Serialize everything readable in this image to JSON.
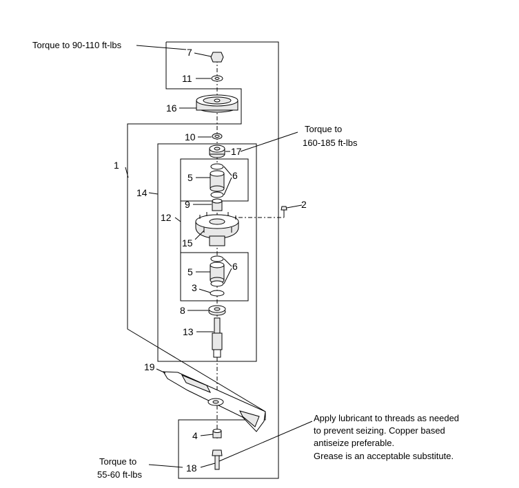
{
  "notes": {
    "torque_top": "Torque to 90-110 ft-lbs",
    "torque_mid_1": "Torque to",
    "torque_mid_2": "160-185 ft-lbs",
    "torque_bot_1": "Torque to",
    "torque_bot_2": "55-60 ft-lbs",
    "lube_1": "Apply lubricant to threads as needed",
    "lube_2": "to prevent seizing.  Copper based",
    "lube_3": "antiseize preferable.",
    "lube_4": "Grease is an acceptable substitute."
  },
  "callouts": {
    "c1": "1",
    "c2": "2",
    "c3": "3",
    "c4": "4",
    "c5a": "5",
    "c5b": "5",
    "c6a": "6",
    "c6b": "6",
    "c7": "7",
    "c8": "8",
    "c9": "9",
    "c10": "10",
    "c11": "11",
    "c12": "12",
    "c13": "13",
    "c14": "14",
    "c15": "15",
    "c16": "16",
    "c17": "17",
    "c18": "18",
    "c19": "19"
  }
}
